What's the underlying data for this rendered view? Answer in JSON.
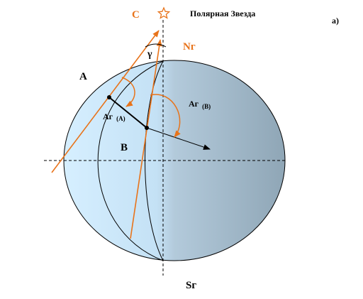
{
  "labels": {
    "c": "C",
    "polaris": "Полярная Звезда",
    "panel": "а)",
    "ng": "Nг",
    "gamma": "γ",
    "a": "A",
    "ar_a": "Аг",
    "ar_a_sub": "(A)",
    "ar_b": "Аг",
    "ar_b_sub": "(B)",
    "b": "B",
    "sg": "Sг"
  },
  "colors": {
    "accent": "#e8731a",
    "outline": "#000000",
    "globe_light": "#d6efff",
    "globe_dark": "#8fa6b6"
  },
  "icons": {
    "polaris": "star-outline-icon"
  }
}
